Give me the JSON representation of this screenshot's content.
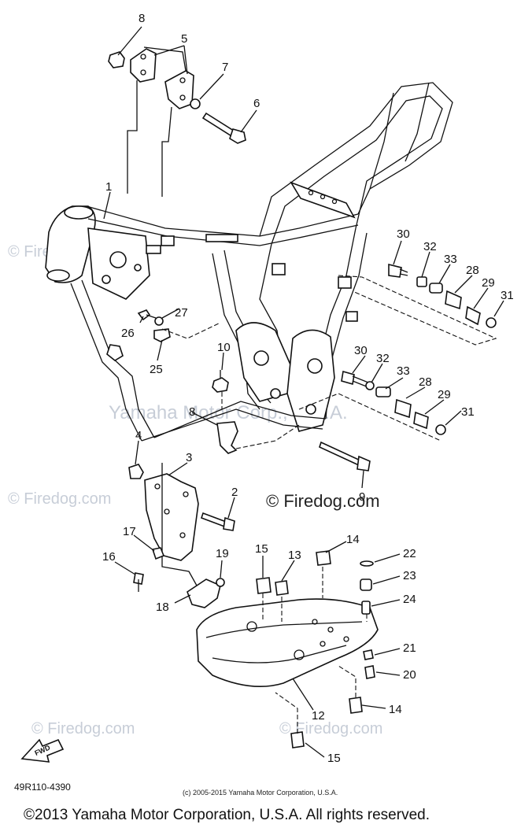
{
  "callouts": [
    {
      "id": "c8a",
      "text": "8"
    },
    {
      "id": "c5",
      "text": "5"
    },
    {
      "id": "c7",
      "text": "7"
    },
    {
      "id": "c6",
      "text": "6"
    },
    {
      "id": "c1",
      "text": "1"
    },
    {
      "id": "c30a",
      "text": "30"
    },
    {
      "id": "c32a",
      "text": "32"
    },
    {
      "id": "c33a",
      "text": "33"
    },
    {
      "id": "c28a",
      "text": "28"
    },
    {
      "id": "c29a",
      "text": "29"
    },
    {
      "id": "c31a",
      "text": "31"
    },
    {
      "id": "c27",
      "text": "27"
    },
    {
      "id": "c26",
      "text": "26"
    },
    {
      "id": "c25",
      "text": "25"
    },
    {
      "id": "c10",
      "text": "10"
    },
    {
      "id": "c30b",
      "text": "30"
    },
    {
      "id": "c32b",
      "text": "32"
    },
    {
      "id": "c33b",
      "text": "33"
    },
    {
      "id": "c28b",
      "text": "28"
    },
    {
      "id": "c29b",
      "text": "29"
    },
    {
      "id": "c31b",
      "text": "31"
    },
    {
      "id": "c8b",
      "text": "8"
    },
    {
      "id": "c4",
      "text": "4"
    },
    {
      "id": "c3",
      "text": "3"
    },
    {
      "id": "c2",
      "text": "2"
    },
    {
      "id": "c9",
      "text": "9"
    },
    {
      "id": "c17",
      "text": "17"
    },
    {
      "id": "c16",
      "text": "16"
    },
    {
      "id": "c15a",
      "text": "15"
    },
    {
      "id": "c13",
      "text": "13"
    },
    {
      "id": "c14a",
      "text": "14"
    },
    {
      "id": "c22",
      "text": "22"
    },
    {
      "id": "c23",
      "text": "23"
    },
    {
      "id": "c24",
      "text": "24"
    },
    {
      "id": "c19",
      "text": "19"
    },
    {
      "id": "c18",
      "text": "18"
    },
    {
      "id": "c21",
      "text": "21"
    },
    {
      "id": "c20",
      "text": "20"
    },
    {
      "id": "c12",
      "text": "12"
    },
    {
      "id": "c14b",
      "text": "14"
    },
    {
      "id": "c15b",
      "text": "15"
    }
  ],
  "watermarks": {
    "firedog": "© Firedog.com",
    "firedog_center": "© Firedog.com",
    "yamaha": "Yamaha Motor Corp., U.S.A."
  },
  "fwd_label": "FWD",
  "diagram_code": "49R110-4390",
  "copyright_small": "(c) 2005-2015 Yamaha Motor Corporation, U.S.A.",
  "copyright_footer": "©2013 Yamaha Motor Corporation, U.S.A. All rights reserved."
}
